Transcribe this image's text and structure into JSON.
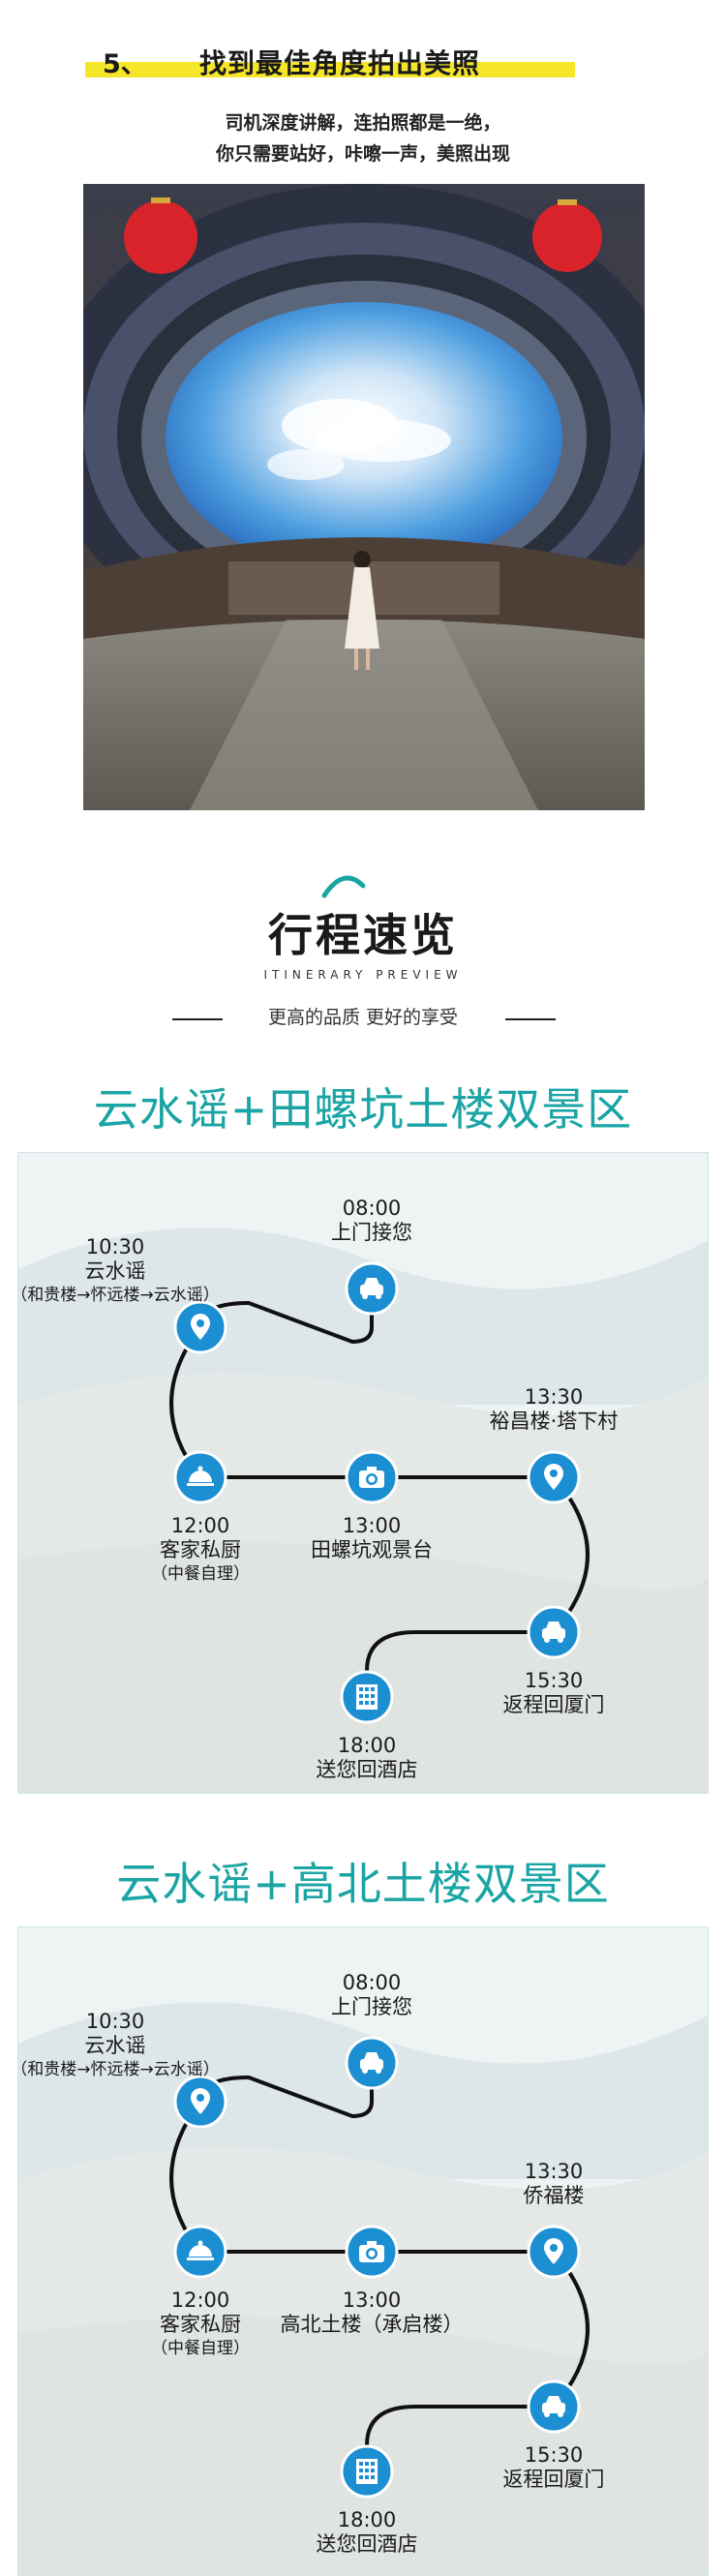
{
  "section5": {
    "number": "5、",
    "title": "找到最佳角度拍出美照",
    "desc_line1": "司机深度讲解，连拍照都是一绝，",
    "desc_line2": "你只需要站好，咔嚓一声，美照出现"
  },
  "itinerary": {
    "title": "行程速览",
    "subtitle": "ITINERARY PREVIEW",
    "tagline": "更高的品质 更好的享受"
  },
  "routes": [
    {
      "title": "云水谣+田螺坑土楼双景区",
      "stops": [
        {
          "time": "08:00",
          "name": "上门接您",
          "note": "",
          "icon": "car-icon"
        },
        {
          "time": "10:30",
          "name": "云水谣",
          "note": "（和贵楼→怀远楼→云水谣）",
          "icon": "location-pin-icon"
        },
        {
          "time": "12:00",
          "name": "客家私厨",
          "note": "（中餐自理）",
          "icon": "dining-cloche-icon"
        },
        {
          "time": "13:00",
          "name": "田螺坑观景台",
          "note": "",
          "icon": "camera-icon"
        },
        {
          "time": "13:30",
          "name": "裕昌楼·塔下村",
          "note": "",
          "icon": "location-pin-icon"
        },
        {
          "time": "15:30",
          "name": "返程回厦门",
          "note": "",
          "icon": "car-icon"
        },
        {
          "time": "18:00",
          "name": "送您回酒店",
          "note": "",
          "icon": "hotel-icon"
        }
      ]
    },
    {
      "title": "云水谣+高北土楼双景区",
      "stops": [
        {
          "time": "08:00",
          "name": "上门接您",
          "note": "",
          "icon": "car-icon"
        },
        {
          "time": "10:30",
          "name": "云水谣",
          "note": "（和贵楼→怀远楼→云水谣）",
          "icon": "location-pin-icon"
        },
        {
          "time": "12:00",
          "name": "客家私厨",
          "note": "（中餐自理）",
          "icon": "dining-cloche-icon"
        },
        {
          "time": "13:00",
          "name": "高北土楼（承启楼）",
          "note": "",
          "icon": "camera-icon"
        },
        {
          "time": "13:30",
          "name": "侨福楼",
          "note": "",
          "icon": "location-pin-icon"
        },
        {
          "time": "15:30",
          "name": "返程回厦门",
          "note": "",
          "icon": "car-icon"
        },
        {
          "time": "18:00",
          "name": "送您回酒店",
          "note": "",
          "icon": "hotel-icon"
        }
      ]
    }
  ],
  "colors": {
    "accent_teal": "#1aa4a4",
    "icon_blue": "#1c8fd3",
    "highlight_yellow": "#f6e62a"
  }
}
